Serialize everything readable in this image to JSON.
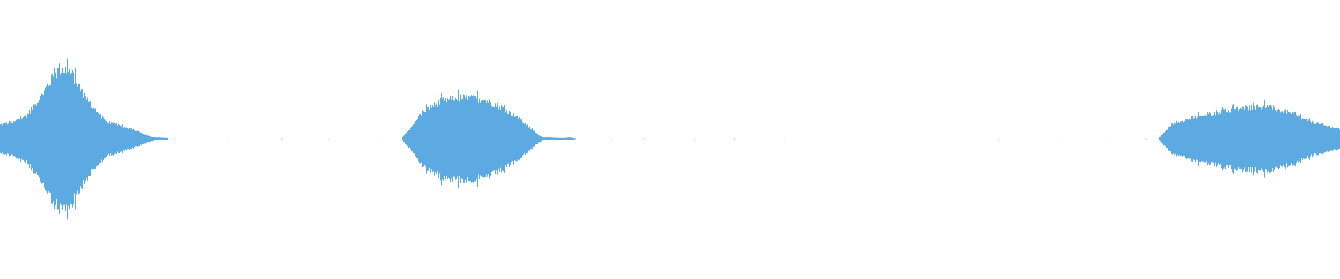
{
  "waveform": {
    "color": "#5DA9E1",
    "background": "#FFFFFF",
    "amplitude_range": [
      -1,
      1
    ],
    "time_range": [
      0,
      1
    ],
    "segments": [
      {
        "name": "burst-1",
        "envelope": [
          [
            0.0,
            0.2
          ],
          [
            0.01,
            0.24
          ],
          [
            0.02,
            0.34
          ],
          [
            0.03,
            0.58
          ],
          [
            0.04,
            0.9
          ],
          [
            0.045,
            1.0
          ],
          [
            0.052,
            0.95
          ],
          [
            0.06,
            0.7
          ],
          [
            0.07,
            0.42
          ],
          [
            0.08,
            0.24
          ],
          [
            0.09,
            0.18
          ],
          [
            0.1,
            0.13
          ],
          [
            0.108,
            0.06
          ],
          [
            0.115,
            0.02
          ],
          [
            0.125,
            0.01
          ]
        ]
      },
      {
        "name": "burst-2",
        "envelope": [
          [
            0.3,
            0.02
          ],
          [
            0.305,
            0.12
          ],
          [
            0.315,
            0.38
          ],
          [
            0.33,
            0.55
          ],
          [
            0.345,
            0.58
          ],
          [
            0.36,
            0.56
          ],
          [
            0.375,
            0.44
          ],
          [
            0.39,
            0.24
          ],
          [
            0.4,
            0.08
          ],
          [
            0.405,
            0.02
          ],
          [
            0.42,
            0.01
          ],
          [
            0.425,
            0.02
          ],
          [
            0.43,
            0.0
          ]
        ]
      },
      {
        "name": "burst-3",
        "envelope": [
          [
            0.865,
            0.02
          ],
          [
            0.868,
            0.08
          ],
          [
            0.875,
            0.22
          ],
          [
            0.89,
            0.3
          ],
          [
            0.91,
            0.38
          ],
          [
            0.93,
            0.44
          ],
          [
            0.945,
            0.46
          ],
          [
            0.96,
            0.38
          ],
          [
            0.975,
            0.26
          ],
          [
            0.99,
            0.18
          ],
          [
            1.0,
            0.14
          ]
        ]
      }
    ],
    "noise_specks": [
      0.13,
      0.17,
      0.21,
      0.245,
      0.285,
      0.375,
      0.398,
      0.456,
      0.48,
      0.518,
      0.548,
      0.585,
      0.745,
      0.79,
      0.828,
      0.855
    ]
  }
}
